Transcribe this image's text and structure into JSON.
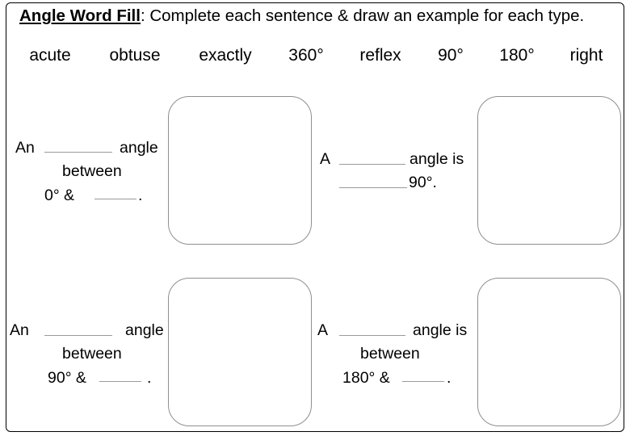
{
  "title": {
    "bold": "Angle Word Fill",
    "rest": ": Complete each sentence & draw an example for each type."
  },
  "word_bank": [
    "acute",
    "obtuse",
    "exactly",
    "360°",
    "reflex",
    "90°",
    "180°",
    "right"
  ],
  "q1": {
    "an": "An",
    "angle": "angle",
    "between": "between",
    "zero": "0° &",
    "period": "."
  },
  "q2": {
    "a": "A",
    "angle_is": "angle is",
    "ninety": "90°."
  },
  "q3": {
    "an": "An",
    "angle": "angle",
    "between": "between",
    "ninety": "90° &",
    "period": "."
  },
  "q4": {
    "a": "A",
    "angle_is": "angle is",
    "between": "between",
    "one_eighty": "180° &",
    "period": "."
  }
}
